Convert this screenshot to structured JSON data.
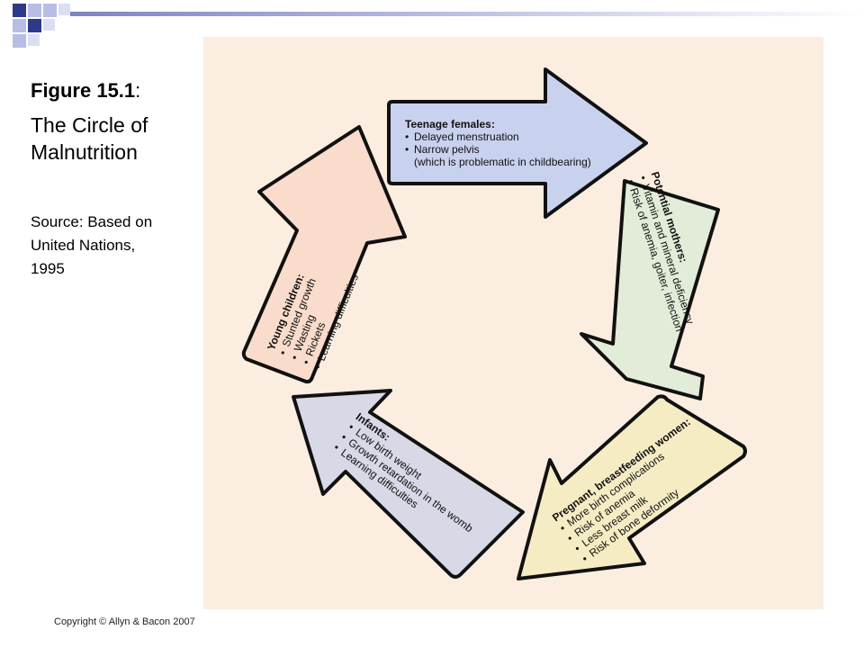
{
  "caption": {
    "figure_label": "Figure 15.1",
    "figure_label_suffix": ":",
    "title_line1": "The Circle of",
    "title_line2": "Malnutrition",
    "source": "Source: Based on United Nations, 1995"
  },
  "colors": {
    "deco_dark": "#2d3a8c",
    "deco_light": "#b8bde6",
    "panel_bg": "#fbeee0",
    "teenage": "#c8d2ee",
    "potential": "#e2ecd8",
    "pregnant": "#f6ecc4",
    "infants": "#d8d8e6",
    "young": "#f9dccb"
  },
  "stages": {
    "teenage": {
      "heading": "Teenage females:",
      "item1": "Delayed menstruation",
      "item2": "Narrow pelvis",
      "item2_cont": "(which is problematic in childbearing)"
    },
    "potential": {
      "heading": "Potential mothers:",
      "item1": "Vitamin and mineral deficiency",
      "item2": "Risk of anemia, goiter, infection"
    },
    "pregnant": {
      "heading": "Pregnant, breastfeeding women:",
      "item1": "More birth complications",
      "item2": "Risk of anemia",
      "item3": "Less breast milk",
      "item4": "Risk of bone deformity"
    },
    "infants": {
      "heading": "Infants:",
      "item1": "Low birth weight",
      "item2": "Growth retardation in the womb",
      "item3": "Learning difficulties"
    },
    "young": {
      "heading": "Young children:",
      "item1": "Stunted growth",
      "item2": "Wasting",
      "item3": "Rickets",
      "item4": "Learning difficulties"
    }
  },
  "footer": {
    "copyright": "Copyright © Allyn & Bacon 2007"
  }
}
